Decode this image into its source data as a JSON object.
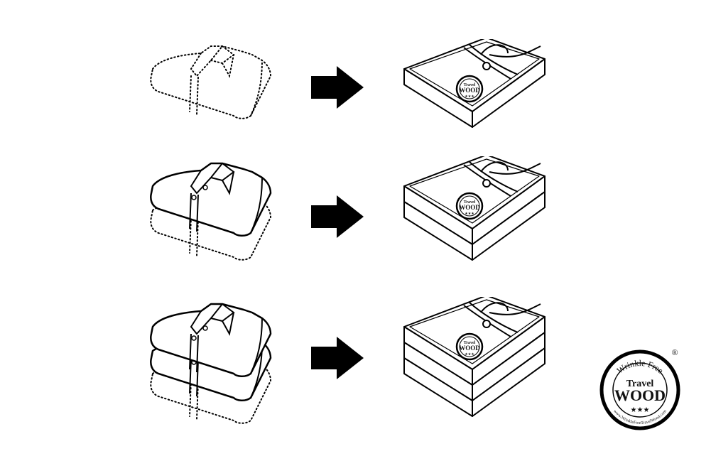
{
  "diagram": {
    "rows": [
      {
        "id": "row-1",
        "shirts_solid": 0,
        "shirts_dotted": 1,
        "box_layers": 1
      },
      {
        "id": "row-2",
        "shirts_solid": 1,
        "shirts_dotted": 1,
        "box_layers": 2
      },
      {
        "id": "row-3",
        "shirts_solid": 2,
        "shirts_dotted": 1,
        "box_layers": 3
      }
    ],
    "icons": {
      "arrow": "right-arrow-icon",
      "shirt": "folded-shirt-icon",
      "box": "wood-box-icon"
    },
    "colors": {
      "ink": "#000000",
      "background": "#ffffff"
    }
  },
  "box_stamp": {
    "line1": "Travel",
    "line2": "WOOD",
    "stars": "★★★"
  },
  "logo": {
    "arc_top": "Wrinkle Free",
    "line1": "Travel",
    "line2": "WOOD",
    "stars": "★★★",
    "arc_bottom": "www.WrinkleFreeTravelWood.com",
    "registered": "®"
  }
}
